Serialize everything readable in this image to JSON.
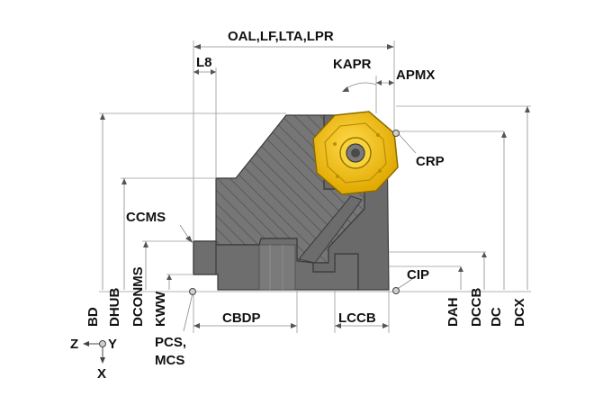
{
  "colors": {
    "body": "#6e6e6e",
    "body_dark": "#555555",
    "insert": "#f2c200",
    "insert_dark": "#c89a00",
    "outline": "#3a3a3a",
    "dimension": "#8a8a8a"
  },
  "labels": {
    "oal": "OAL,LF,LTA,LPR",
    "l8": "L8",
    "kapr": "KAPR",
    "apmx": "APMX",
    "crp": "CRP",
    "ccms": "CCMS",
    "cip": "CIP",
    "cbdp": "CBDP",
    "lccb": "LCCB",
    "pcs_mcs_line1": "PCS,",
    "pcs_mcs_line2": "MCS",
    "bd": "BD",
    "dhub": "DHUB",
    "dconms": "DCONMS",
    "kww": "KWW",
    "dah": "DAH",
    "dccb": "DCCB",
    "dc": "DC",
    "dcx": "DCX"
  },
  "axes": {
    "z": "Z",
    "y": "Y",
    "x": "X"
  },
  "icons": {
    "reference_point": "circle-dot-icon",
    "insert": "octagonal-insert-icon"
  }
}
